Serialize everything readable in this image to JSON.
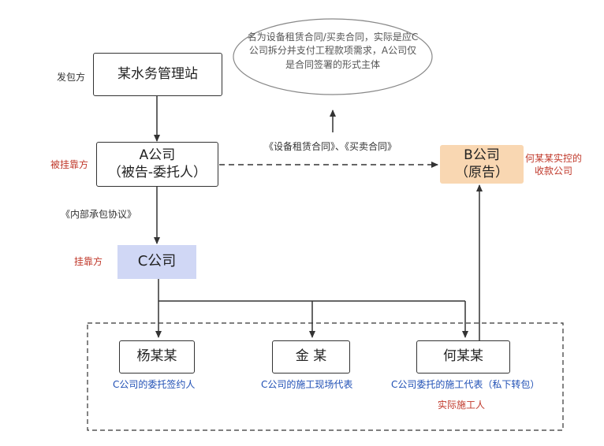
{
  "nodes": {
    "water_station": "某水务管理站",
    "company_a_line1": "A公司",
    "company_a_line2": "（被告-委托人）",
    "company_b_line1": "B公司",
    "company_b_line2": "（原告）",
    "company_c": "C公司",
    "yang": "杨某某",
    "jin": "金 某",
    "he": "何某某"
  },
  "labels": {
    "contractor": "发包方",
    "affiliated": "被挂靠方",
    "affiliating": "挂靠方",
    "internal_contract": "《内部承包协议》",
    "lease_contract": "《设备租赁合同》、《买卖合同》",
    "b_control_line1": "何某某实控的",
    "b_control_line2": "收款公司",
    "yang_role": "C公司的委托签约人",
    "jin_role": "C公司的施工现场代表",
    "he_role": "C公司委托的施工代表（私下转包）",
    "actual_builder": "实际施工人"
  },
  "note": {
    "line1": "名为设备租赁合同/买卖合同，实际是应C",
    "line2": "公司拆分并支付工程款项需求，A公司仅",
    "line3": "是合同签署的形式主体"
  },
  "colors": {
    "c_company_fill": "#d0d7f5",
    "b_company_fill": "#f9d7b2",
    "red_text": "#c0392b",
    "blue_text": "#1f4fb5"
  }
}
